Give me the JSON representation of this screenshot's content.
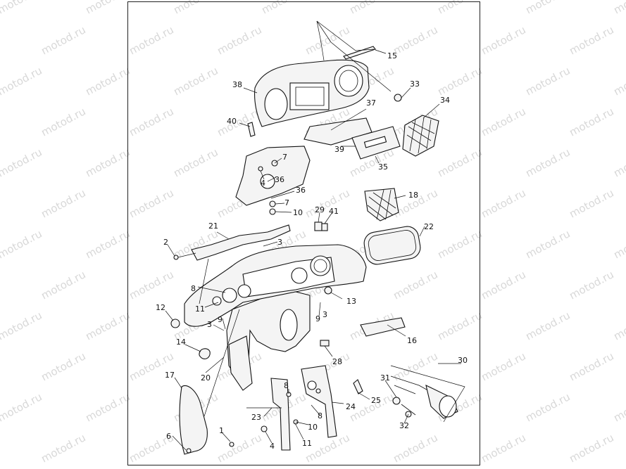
{
  "watermark_text": "motod.ru",
  "callouts": [
    {
      "id": "c15",
      "text": "15"
    },
    {
      "id": "c33",
      "text": "33"
    },
    {
      "id": "c34",
      "text": "34"
    },
    {
      "id": "c38",
      "text": "38"
    },
    {
      "id": "c37",
      "text": "37"
    },
    {
      "id": "c40",
      "text": "40"
    },
    {
      "id": "c39",
      "text": "39"
    },
    {
      "id": "c35",
      "text": "35"
    },
    {
      "id": "c7a",
      "text": "7"
    },
    {
      "id": "c4a",
      "text": "4"
    },
    {
      "id": "c36a",
      "text": "36"
    },
    {
      "id": "c36b",
      "text": "36"
    },
    {
      "id": "c7b",
      "text": "7"
    },
    {
      "id": "c10a",
      "text": "10"
    },
    {
      "id": "c18",
      "text": "18"
    },
    {
      "id": "c29",
      "text": "29"
    },
    {
      "id": "c41",
      "text": "41"
    },
    {
      "id": "c21",
      "text": "21"
    },
    {
      "id": "c22",
      "text": "22"
    },
    {
      "id": "c2",
      "text": "2"
    },
    {
      "id": "c3a",
      "text": "3"
    },
    {
      "id": "c8a",
      "text": "8"
    },
    {
      "id": "c13",
      "text": "13"
    },
    {
      "id": "c11a",
      "text": "11"
    },
    {
      "id": "c12",
      "text": "12"
    },
    {
      "id": "c3b",
      "text": "3"
    },
    {
      "id": "c9a",
      "text": "9"
    },
    {
      "id": "c9b",
      "text": "9"
    },
    {
      "id": "c3c",
      "text": "3"
    },
    {
      "id": "c16",
      "text": "16"
    },
    {
      "id": "c14",
      "text": "14"
    },
    {
      "id": "c20",
      "text": "20"
    },
    {
      "id": "c28",
      "text": "28"
    },
    {
      "id": "c30",
      "text": "30"
    },
    {
      "id": "c17",
      "text": "17"
    },
    {
      "id": "c31",
      "text": "31"
    },
    {
      "id": "c8b",
      "text": "8"
    },
    {
      "id": "c24",
      "text": "24"
    },
    {
      "id": "c25",
      "text": "25"
    },
    {
      "id": "c23",
      "text": "23"
    },
    {
      "id": "c8c",
      "text": "8"
    },
    {
      "id": "c10b",
      "text": "10"
    },
    {
      "id": "c32",
      "text": "32"
    },
    {
      "id": "c1",
      "text": "1"
    },
    {
      "id": "c6",
      "text": "6"
    },
    {
      "id": "c4b",
      "text": "4"
    },
    {
      "id": "c11b",
      "text": "11"
    }
  ]
}
